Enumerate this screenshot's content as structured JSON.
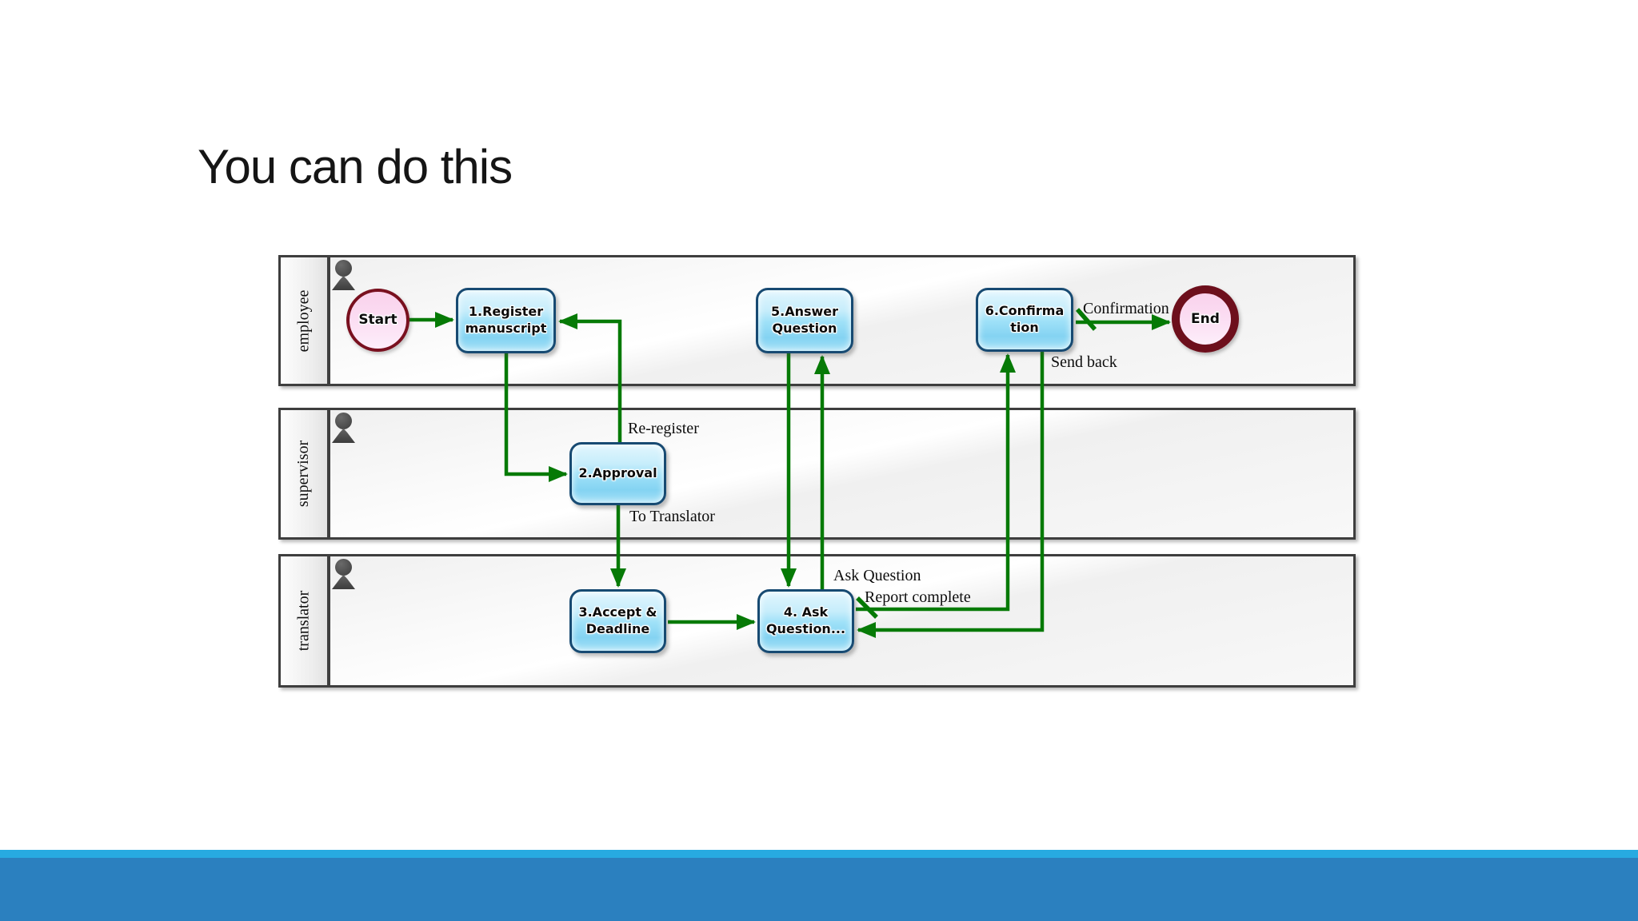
{
  "slide": {
    "title": "You can do this"
  },
  "diagram": {
    "lanes": [
      {
        "label": "employee"
      },
      {
        "label": "supervisor"
      },
      {
        "label": "translator"
      }
    ],
    "events": {
      "start": {
        "label": "Start"
      },
      "end": {
        "label": "End"
      }
    },
    "tasks": [
      {
        "label": "1.Register\nmanuscript"
      },
      {
        "label": "2.Approval"
      },
      {
        "label": "3.Accept &\nDeadline"
      },
      {
        "label": "4. Ask\nQuestion..."
      },
      {
        "label": "5.Answer\nQuestion"
      },
      {
        "label": "6.Confirma\ntion"
      }
    ],
    "flow_labels": {
      "re_register": "Re-register",
      "to_translator": "To Translator",
      "ask_question": "Ask Question",
      "report_complete": "Report complete",
      "send_back": "Send back",
      "confirmation": "Confirmation"
    },
    "colors": {
      "arrow_green": "#067a06",
      "task_border": "#174a72",
      "task_fill": "#9fe1f8",
      "event_border_start": "#79101f",
      "event_border_end": "#6d0f1c",
      "event_fill": "#fbdcf2",
      "lane_border": "#3e3e3e",
      "accent_light_blue": "#27aae1",
      "accent_dark_blue": "#2b80bf"
    }
  }
}
